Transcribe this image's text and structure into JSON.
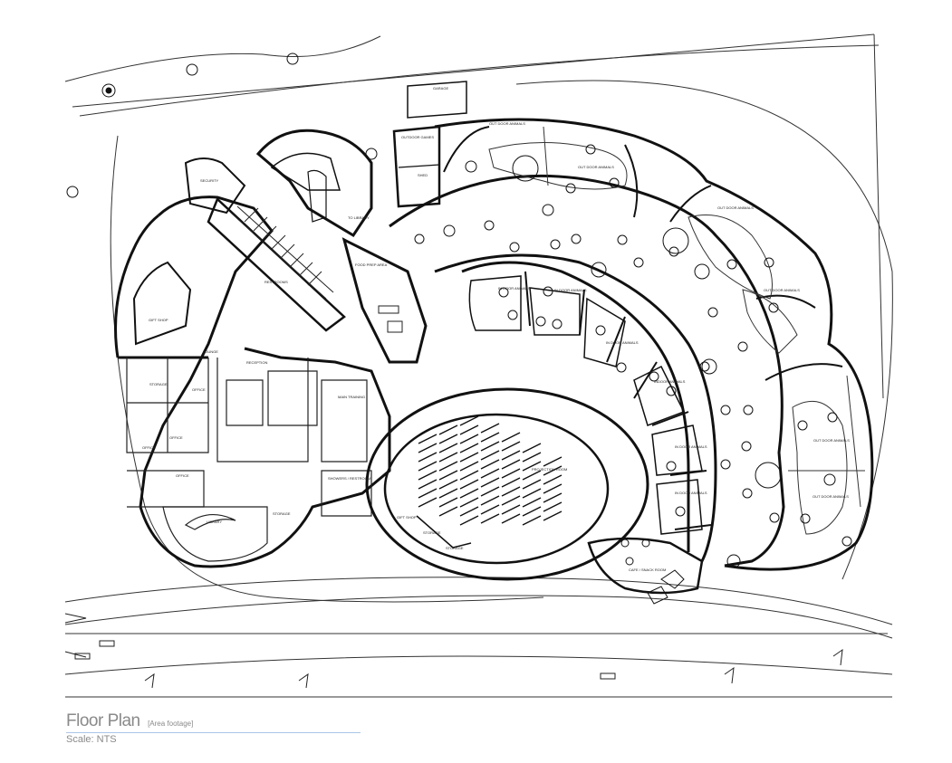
{
  "caption": {
    "title": "Floor Plan",
    "subtitle": "[Area footage]",
    "scale": "Scale: NTS"
  },
  "colors": {
    "wall": "#111111",
    "thin_line": "#333333",
    "caption_text": "#8a8a8a",
    "caption_rule": "#a9c6e6"
  },
  "rooms": [
    {
      "key": "garage",
      "label": "GARAGE"
    },
    {
      "key": "outdoor_games",
      "label": "OUTDOOR GAMES"
    },
    {
      "key": "shed",
      "label": "SHED"
    },
    {
      "key": "security",
      "label": "SECURITY"
    },
    {
      "key": "to_library",
      "label": "TO LIBRARY"
    },
    {
      "key": "food_prep",
      "label": "FOOD PREP AREA"
    },
    {
      "key": "restrooms",
      "label": "RESTROOMS"
    },
    {
      "key": "gift_shop",
      "label": "GIFT SHOP"
    },
    {
      "key": "lounge",
      "label": "LOUNGE"
    },
    {
      "key": "storage",
      "label": "STORAGE"
    },
    {
      "key": "office_1",
      "label": "OFFICE"
    },
    {
      "key": "office_2",
      "label": "OFFICE"
    },
    {
      "key": "office_3",
      "label": "OFFICE"
    },
    {
      "key": "office_4",
      "label": "OFFICE"
    },
    {
      "key": "reception",
      "label": "RECEPTION"
    },
    {
      "key": "main_training",
      "label": "MAIN TRAINING"
    },
    {
      "key": "library",
      "label": "LIBRARY"
    },
    {
      "key": "storage_2",
      "label": "STORAGE"
    },
    {
      "key": "showers",
      "label": "SHOWERS / RESTROOM"
    },
    {
      "key": "gift_shop_2",
      "label": "GIFT SHOP"
    },
    {
      "key": "storage_3",
      "label": "STORAGE"
    },
    {
      "key": "pg_storage",
      "label": "STORAGE"
    },
    {
      "key": "projection",
      "label": "PROJECTION ROOM"
    },
    {
      "key": "outdoor_1",
      "label": "OUT DOOR ANIMALS"
    },
    {
      "key": "outdoor_2",
      "label": "OUT DOOR ANIMALS"
    },
    {
      "key": "outdoor_3",
      "label": "OUT DOOR ANIMALS"
    },
    {
      "key": "outdoor_4",
      "label": "OUT DOOR ANIMALS"
    },
    {
      "key": "outdoor_5",
      "label": "OUT DOOR ANIMALS"
    },
    {
      "key": "outdoor_6",
      "label": "OUT DOOR ANIMALS"
    },
    {
      "key": "indoor_1",
      "label": "IN DOOR ANIMALS"
    },
    {
      "key": "indoor_2",
      "label": "IN DOOR ANIMALS"
    },
    {
      "key": "indoor_3",
      "label": "IN DOOR ANIMALS"
    },
    {
      "key": "indoor_4",
      "label": "INDOOR ANIMALS"
    },
    {
      "key": "indoor_5",
      "label": "IN DOOR ANIMALS"
    },
    {
      "key": "indoor_6",
      "label": "IN DOOR ANIMALS"
    },
    {
      "key": "cafe",
      "label": "CAFE / SNACK ROOM"
    }
  ]
}
